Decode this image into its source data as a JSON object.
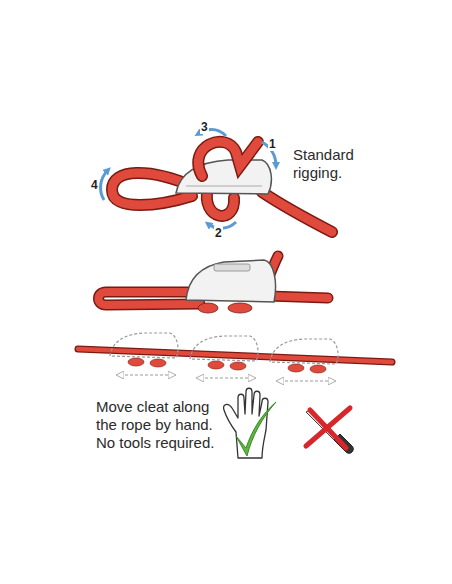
{
  "diagram": {
    "labels": [
      "1",
      "2",
      "3",
      "4",
      "Standard rigging.",
      "Move cleat along the rope by hand. No tools required."
    ]
  }
}
